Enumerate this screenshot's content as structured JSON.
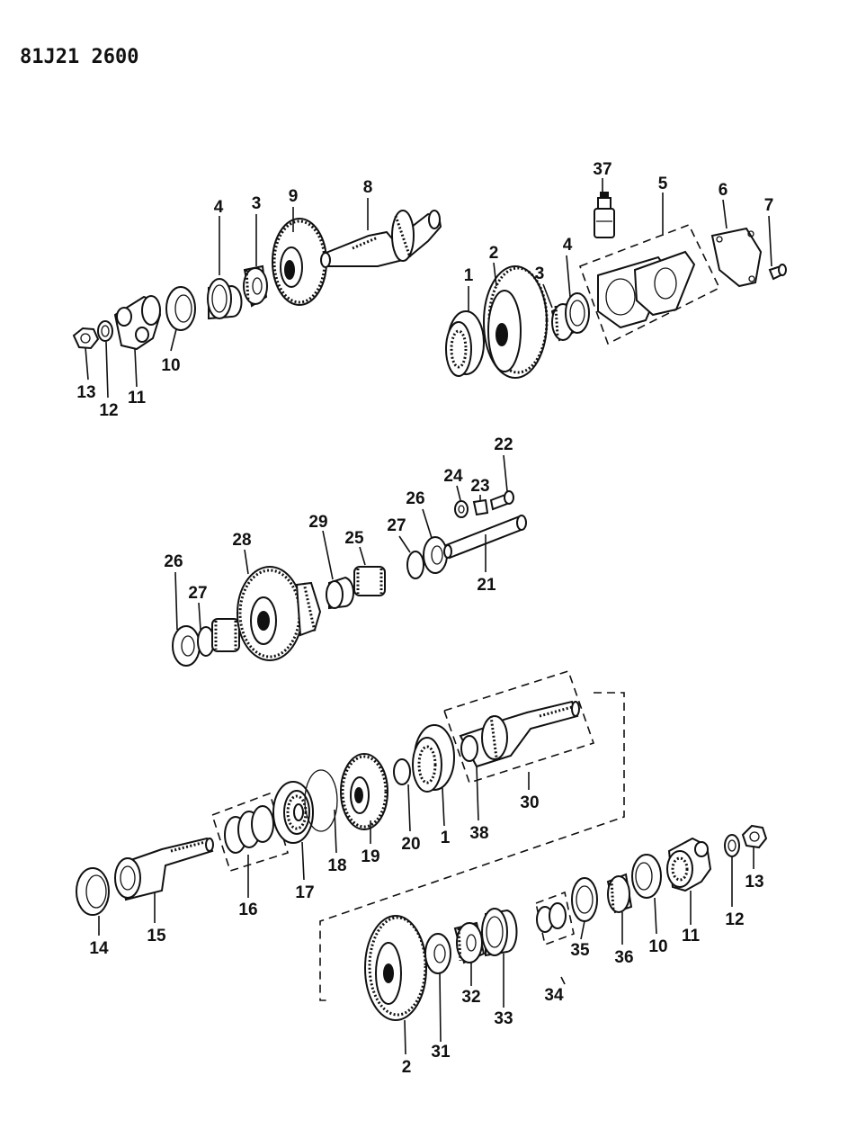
{
  "document": {
    "id": "81J21 2600"
  },
  "callouts": {
    "c1a": "1",
    "c2a": "2",
    "c3a": "3",
    "c4a": "4",
    "c5": "5",
    "c6": "6",
    "c7": "7",
    "c37": "37",
    "c4b": "4",
    "c3b": "3",
    "c9": "9",
    "c8": "8",
    "c10a": "10",
    "c11a": "11",
    "c12a": "12",
    "c13a": "13",
    "c22": "22",
    "c24": "24",
    "c23": "23",
    "c26a": "26",
    "c27a": "27",
    "c29": "29",
    "c25": "25",
    "c21": "21",
    "c28": "28",
    "c26b": "26",
    "c27b": "27",
    "c14": "14",
    "c15": "15",
    "c16": "16",
    "c17": "17",
    "c18": "18",
    "c19": "19",
    "c20": "20",
    "c1b": "1",
    "c38": "38",
    "c30": "30",
    "c13b": "13",
    "c12b": "12",
    "c11b": "11",
    "c10b": "10",
    "c36": "36",
    "c35": "35",
    "c34": "34",
    "c33": "33",
    "c32": "32",
    "c31": "31",
    "c2b": "2"
  }
}
